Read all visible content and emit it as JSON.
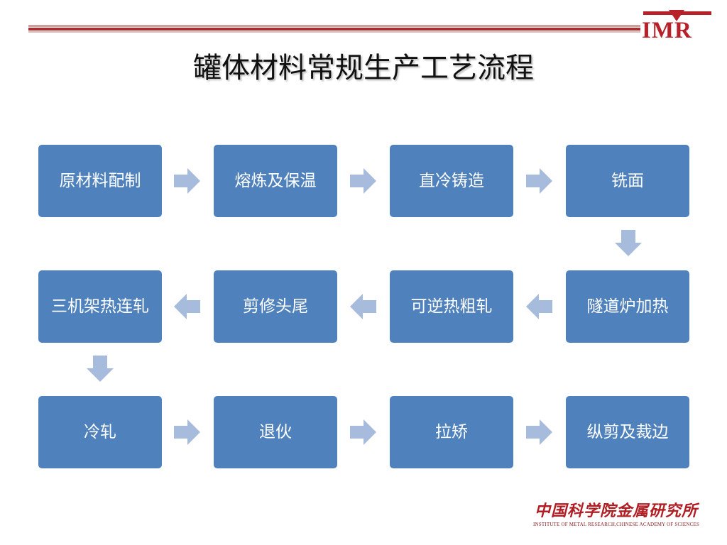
{
  "slide": {
    "title": "罐体材料常规生产工艺流程",
    "logo_text": "IMR",
    "footer_cn": "中国科学院金属研究所",
    "footer_en": "INSTITUTE OF METAL RESEARCH,CHINESE ACADEMY OF SCIENCES"
  },
  "colors": {
    "box_fill": "#4f81bd",
    "arrow_fill": "#a7bcdc",
    "header_red": "#b02a2a",
    "logo_red": "#b8202a"
  },
  "flow": {
    "steps": [
      "原材料配制",
      "熔炼及保温",
      "直冷铸造",
      "铣面",
      "隧道炉加热",
      "可逆热粗轧",
      "剪修头尾",
      "三机架热连轧",
      "冷轧",
      "退伙",
      "拉矫",
      "纵剪及裁边"
    ]
  }
}
